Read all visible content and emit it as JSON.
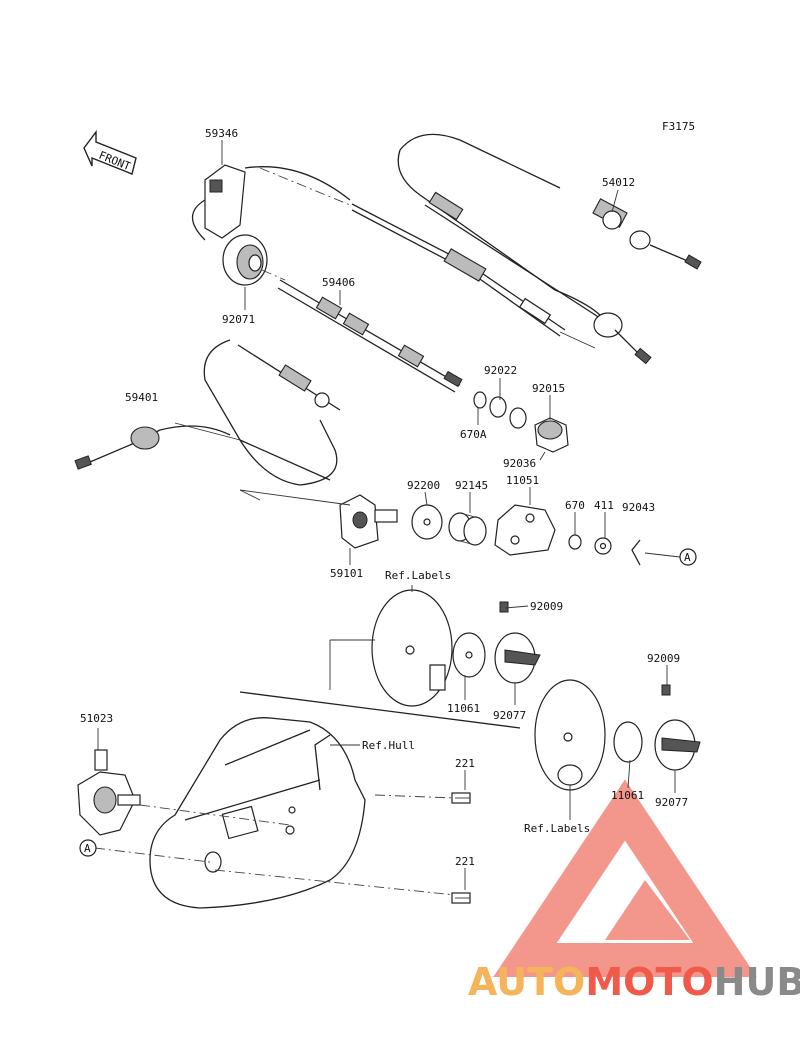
{
  "figure_code": "F3175",
  "front_label": "FRONT",
  "parts": {
    "p59346": "59346",
    "p54012": "54012",
    "p59406": "59406",
    "p92071": "92071",
    "p92022": "92022",
    "p92015": "92015",
    "p670A": "670A",
    "p59401": "59401",
    "p92036": "92036",
    "p92200": "92200",
    "p92145": "92145",
    "p11051": "11051",
    "p670": "670",
    "p411": "411",
    "p92043": "92043",
    "p59101": "59101",
    "p92009a": "92009",
    "p92009b": "92009",
    "p11061a": "11061",
    "p92077a": "92077",
    "p11061b": "11061",
    "p92077b": "92077",
    "p51023": "51023",
    "p221a": "221",
    "p221b": "221"
  },
  "refs": {
    "labels_top": "Ref.Labels",
    "hull": "Ref.Hull",
    "labels_bottom": "Ref.Labels"
  },
  "markers": {
    "a_right": "A",
    "a_left": "A"
  },
  "watermark": {
    "part1": "AUTO",
    "part2": "MOTO",
    "part3": "HUB",
    "color_orange": "#f5b35a",
    "color_red": "#f05a4a",
    "color_gray": "#8a8a8a"
  }
}
